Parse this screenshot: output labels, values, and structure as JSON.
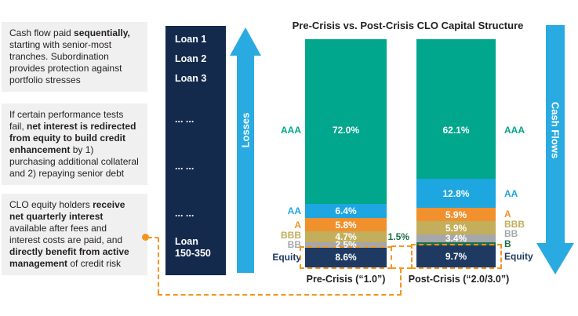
{
  "annotations": {
    "boxes": [
      {
        "segments": [
          {
            "t": "Cash flow paid ",
            "b": false
          },
          {
            "t": "sequentially,",
            "b": true
          },
          {
            "t": " starting with senior-most tranches. Subordination provides protection against portfolio stresses",
            "b": false
          }
        ]
      },
      {
        "segments": [
          {
            "t": "If certain performance tests fail, ",
            "b": false
          },
          {
            "t": "net interest is redirected from equity to build credit enhancement",
            "b": true
          },
          {
            "t": " by 1) purchasing additional collateral and 2) repaying senior debt",
            "b": false
          }
        ]
      },
      {
        "segments": [
          {
            "t": "CLO equity holders ",
            "b": false
          },
          {
            "t": "receive net quarterly interest",
            "b": true
          },
          {
            "t": " available after fees and interest costs are paid, and ",
            "b": false
          },
          {
            "t": "directly benefit from active management",
            "b": true
          },
          {
            "t": " of credit risk",
            "b": false
          }
        ]
      }
    ]
  },
  "loan_stack": {
    "items": [
      "Loan 1",
      "Loan 2",
      "Loan 3",
      "... ...",
      "... ...",
      "... ...",
      "Loan\n150-350"
    ]
  },
  "flow_arrows": {
    "losses": "Losses",
    "cash_flows": "Cash Flows"
  },
  "chart_data": {
    "type": "bar",
    "stacked": true,
    "title": "Pre-Crisis vs. Post-Crisis CLO Capital Structure",
    "value_unit": "%",
    "ylim": [
      0,
      100
    ],
    "legend_position": "tranche labels beside bars",
    "categories": [
      "Pre-Crisis (“1.0”)",
      "Post-Crisis (“2.0/3.0”)"
    ],
    "series": [
      {
        "name": "Pre-Crisis (“1.0”)",
        "segments": [
          {
            "tranche": "AAA",
            "value": 72.0,
            "label": "72.0%"
          },
          {
            "tranche": "AA",
            "value": 6.4,
            "label": "6.4%"
          },
          {
            "tranche": "A",
            "value": 5.8,
            "label": "5.8%"
          },
          {
            "tranche": "BBB",
            "value": 4.7,
            "label": "4.7%"
          },
          {
            "tranche": "BB",
            "value": 2.5,
            "label": "2.5%"
          },
          {
            "tranche": "Equity",
            "value": 8.6,
            "label": "8.6%"
          }
        ]
      },
      {
        "name": "Post-Crisis (“2.0/3.0”)",
        "segments": [
          {
            "tranche": "AAA",
            "value": 62.1,
            "label": "62.1%"
          },
          {
            "tranche": "AA",
            "value": 12.8,
            "label": "12.8%"
          },
          {
            "tranche": "A",
            "value": 5.9,
            "label": "5.9%"
          },
          {
            "tranche": "BBB",
            "value": 5.9,
            "label": "5.9%"
          },
          {
            "tranche": "BB",
            "value": 3.4,
            "label": "3.4%"
          },
          {
            "tranche": "B",
            "value": 1.5,
            "label": "1.5%",
            "label_inside": false
          },
          {
            "tranche": "Equity",
            "value": 9.7,
            "label": "9.7%"
          }
        ]
      }
    ],
    "external_callout": {
      "tranche": "B",
      "text": "1.5%"
    },
    "colors": {
      "AAA": "#00A78C",
      "AA": "#1EA6E0",
      "A": "#F0912D",
      "BBB": "#C3AE5B",
      "BB": "#A5A7AA",
      "B": "#1C7047",
      "Equity": "#1E3A63"
    }
  },
  "colors": {
    "accent_orange": "#F7941E",
    "arrow_blue": "#29ABE2",
    "loan_stack_navy": "#132A4D",
    "callout_green": "#1C7047",
    "box_bg": "#F0F0F1",
    "text": "#231F20"
  }
}
